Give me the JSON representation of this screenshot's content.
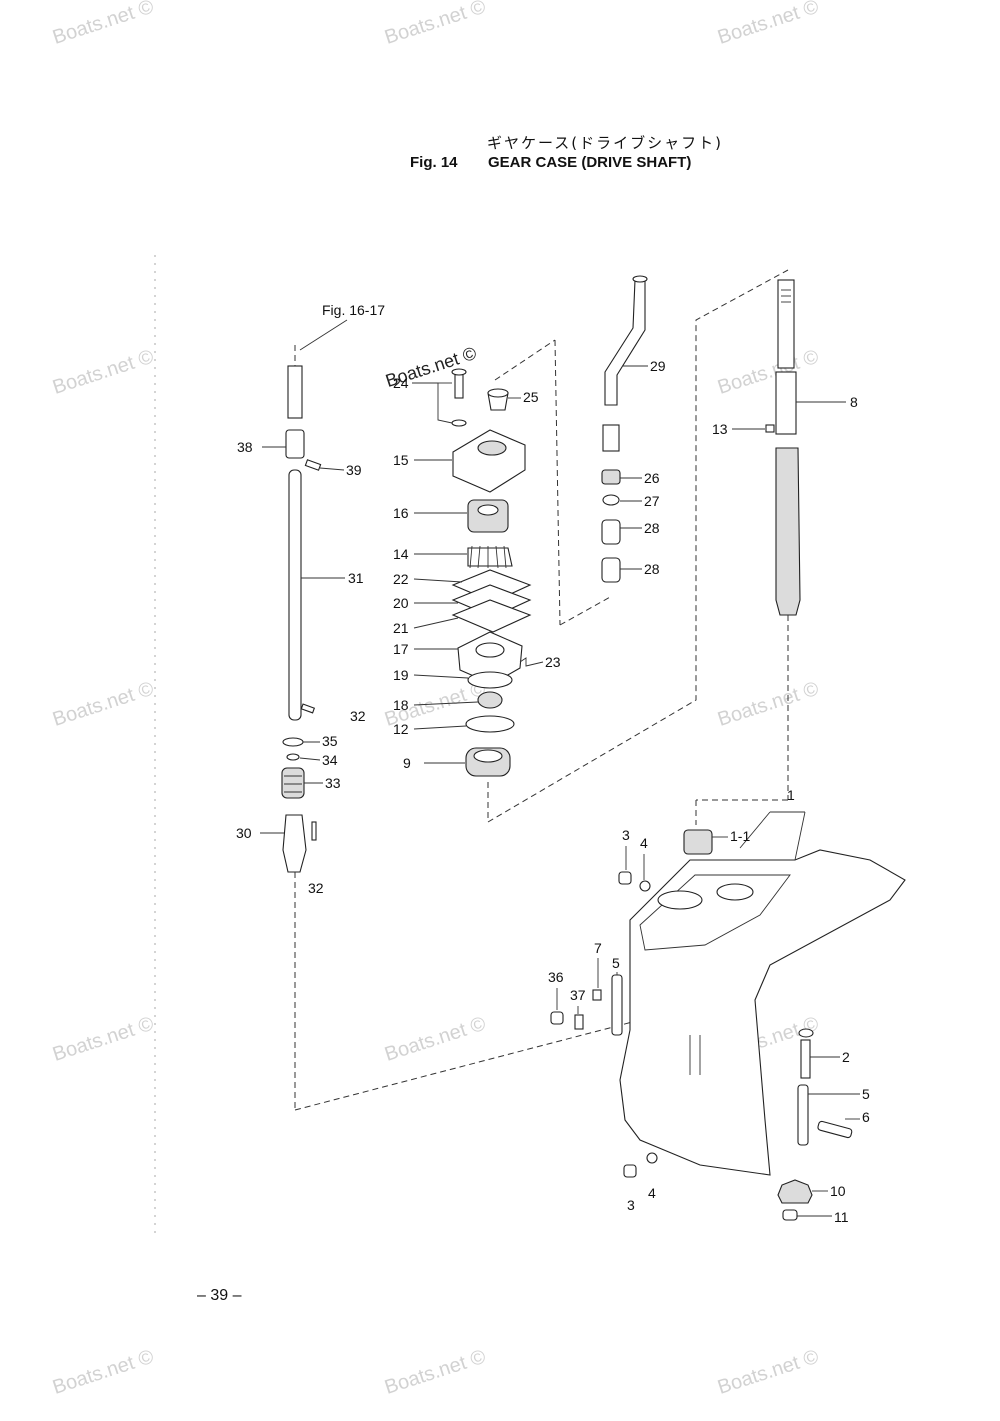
{
  "watermark": "Boats.net ©",
  "title": {
    "japanese": "ギヤケース(ドライブシャフト)",
    "fig": "Fig. 14",
    "main": "GEAR CASE (DRIVE SHAFT)"
  },
  "reference": "Fig. 16-17",
  "callouts": {
    "c1": "1",
    "c1_1": "1-1",
    "c2": "2",
    "c3a": "3",
    "c3b": "3",
    "c4a": "4",
    "c4b": "4",
    "c5a": "5",
    "c5b": "5",
    "c6": "6",
    "c7": "7",
    "c8": "8",
    "c9": "9",
    "c10": "10",
    "c11": "11",
    "c12": "12",
    "c13": "13",
    "c14": "14",
    "c15": "15",
    "c16": "16",
    "c17": "17",
    "c18": "18",
    "c19": "19",
    "c20": "20",
    "c21": "21",
    "c22": "22",
    "c23": "23",
    "c24": "24",
    "c25": "25",
    "c26": "26",
    "c27": "27",
    "c28a": "28",
    "c28b": "28",
    "c29": "29",
    "c30": "30",
    "c31": "31",
    "c32a": "32",
    "c32b": "32",
    "c33": "33",
    "c34": "34",
    "c35": "35",
    "c36": "36",
    "c37": "37",
    "c38": "38",
    "c39": "39"
  },
  "page_number": "– 39 –"
}
